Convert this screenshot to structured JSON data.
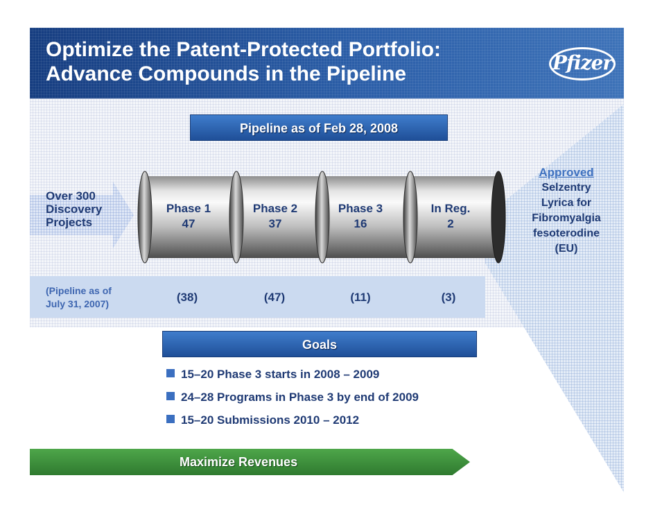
{
  "title": {
    "line1": "Optimize the Patent-Protected Portfolio:",
    "line2": "Advance Compounds in the Pipeline"
  },
  "logo": {
    "text": "Pfizer"
  },
  "pipeline_header": "Pipeline as of Feb 28, 2008",
  "discovery": {
    "line1": "Over 300",
    "line2": "Discovery",
    "line3": "Projects"
  },
  "phases": [
    {
      "name": "Phase 1",
      "count": "47",
      "previous": "(38)"
    },
    {
      "name": "Phase 2",
      "count": "37",
      "previous": "(47)"
    },
    {
      "name": "Phase 3",
      "count": "16",
      "previous": "(11)"
    },
    {
      "name": "In Reg.",
      "count": "2",
      "previous": "(3)"
    }
  ],
  "previous_label": {
    "line1": "(Pipeline as of",
    "line2": "July 31, 2007)"
  },
  "approved": {
    "header": "Approved",
    "items": [
      "Selzentry",
      "Lyrica for",
      "Fibromyalgia",
      "fesoterodine",
      "(EU)"
    ]
  },
  "goals": {
    "header": "Goals",
    "items": [
      "15–20 Phase 3 starts in 2008 – 2009",
      "24–28 Programs in Phase 3 by end of 2009",
      "15–20 Submissions 2010 – 2012"
    ]
  },
  "footer_arrow": "Maximize Revenues",
  "colors": {
    "header_blue": "#1f4f98",
    "text_navy": "#1f3a74",
    "accent_blue": "#3f72c0",
    "band_light_blue": "#cbdaf0",
    "arrow_green": "#3a8c38"
  }
}
